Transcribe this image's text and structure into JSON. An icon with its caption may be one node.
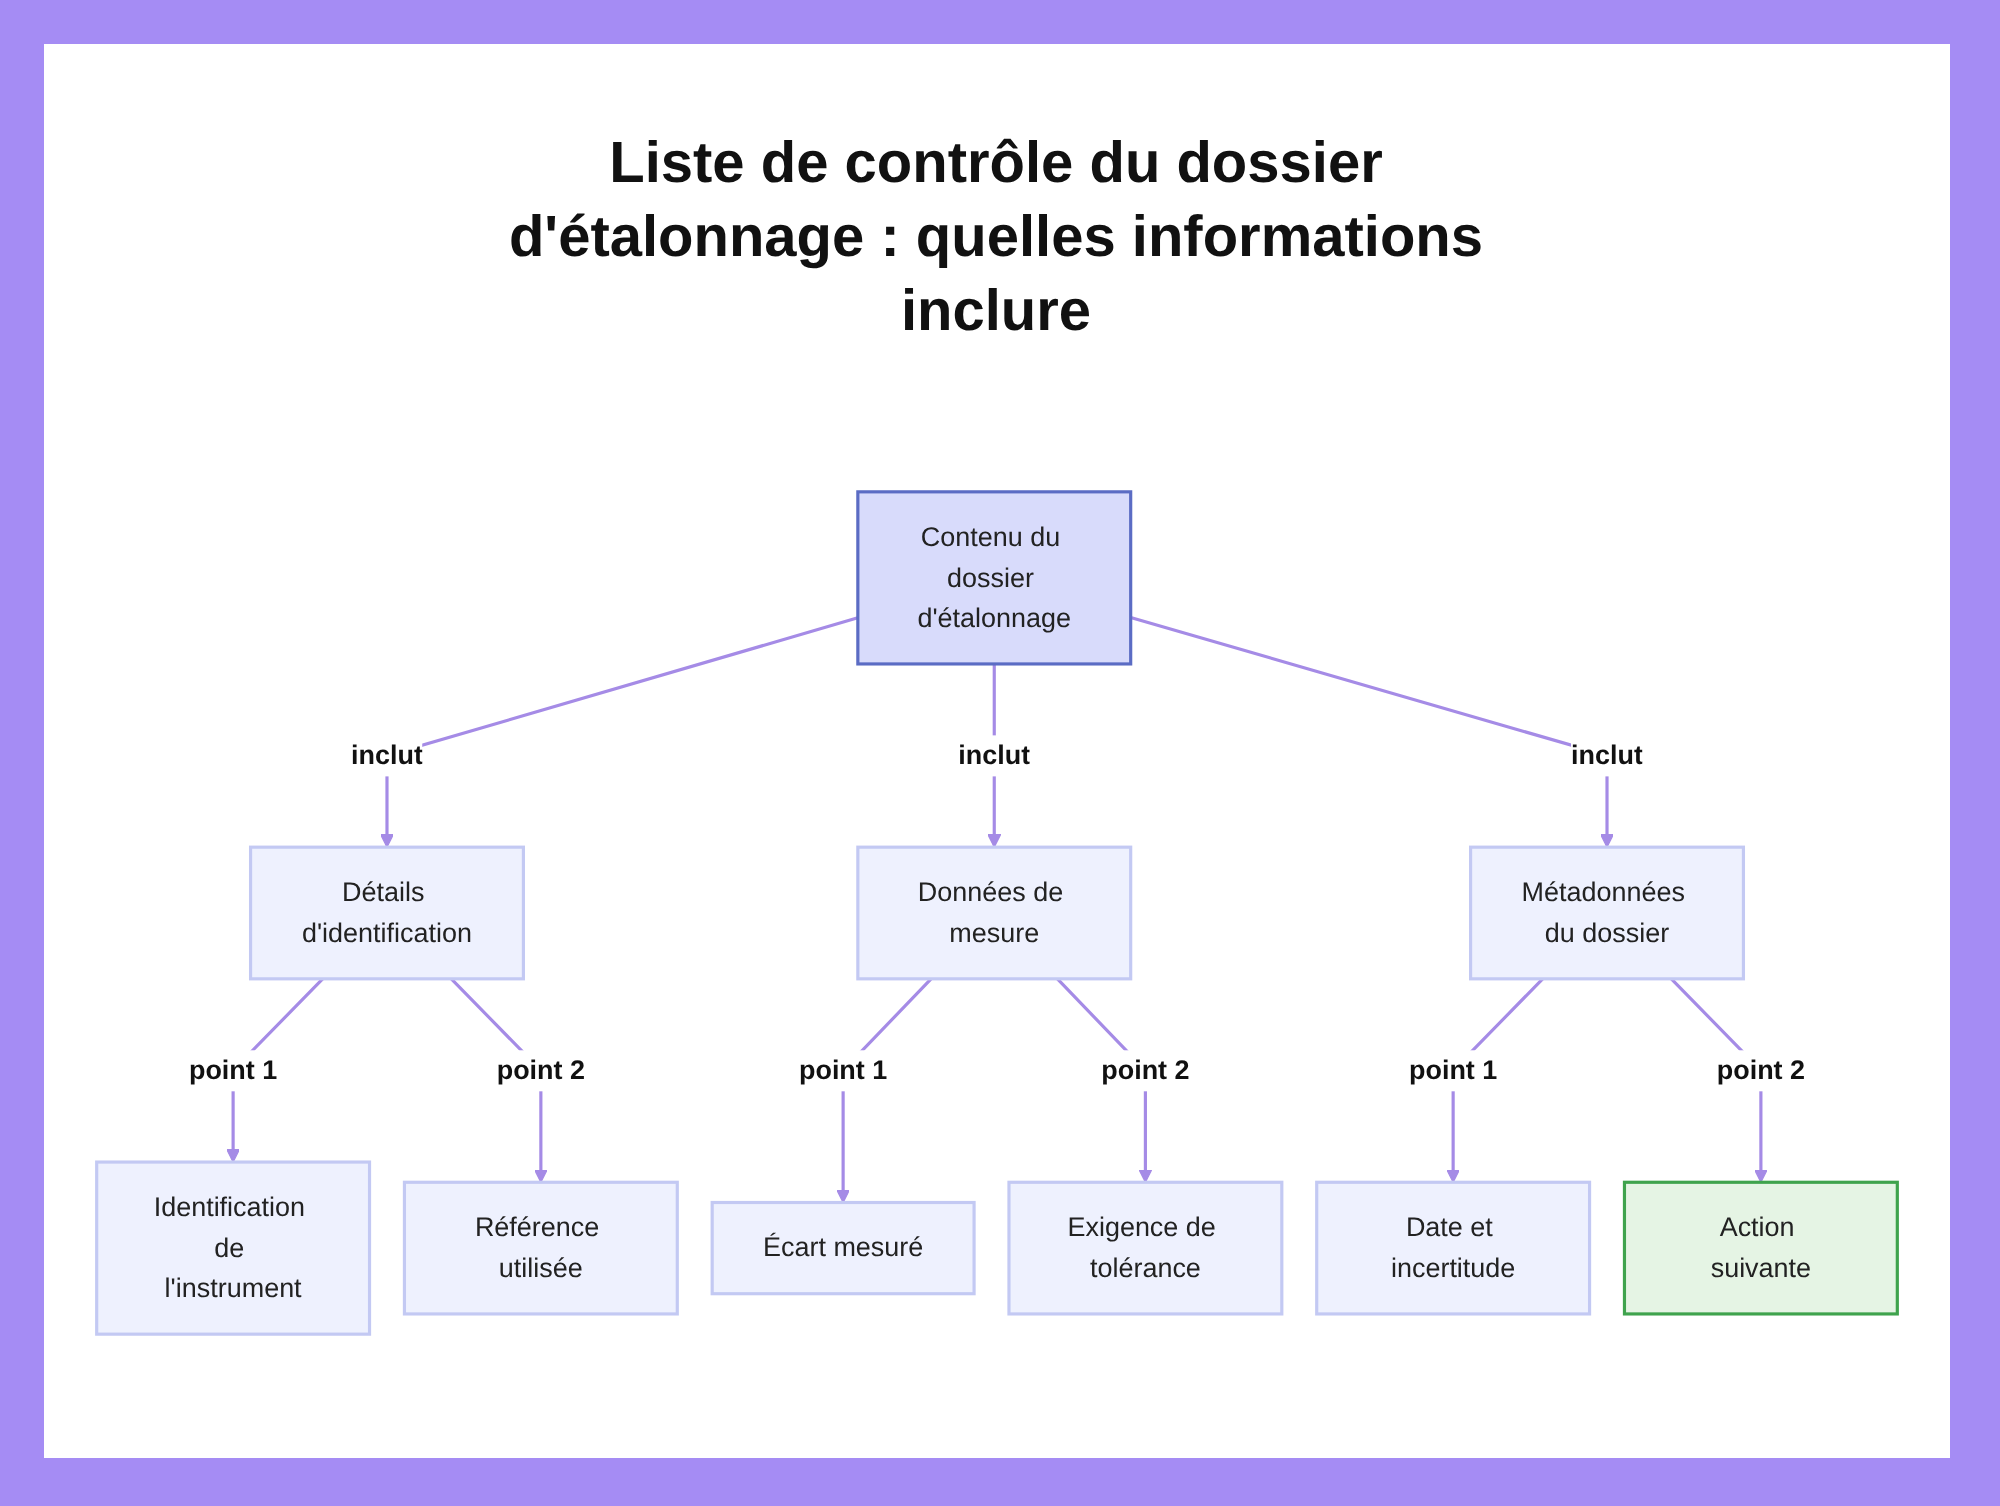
{
  "diagram": {
    "title": "Liste de contrôle du dossier d'étalonnage : quelles informations inclure",
    "nodes": [
      {
        "text": [
          "Contenu du dossier d'étalonnage"
        ]
      },
      {
        "text": [
          "Détails d'identification"
        ]
      },
      {
        "text": [
          "Données de mesure"
        ]
      },
      {
        "text": [
          "Métadonnées du dossier"
        ]
      },
      {
        "text": [
          "Identification de l'instrument"
        ]
      },
      {
        "text": [
          "Référence utilisée"
        ]
      },
      {
        "text": [
          "Écart mesuré"
        ]
      },
      {
        "text": [
          "Exigence de tolérance"
        ]
      },
      {
        "text": [
          "Date et incertitude"
        ]
      },
      {
        "text": [
          "Action suivante"
        ]
      }
    ],
    "edges": [
      {
        "from": 0,
        "to": 1,
        "arrow": "to",
        "label": "inclut"
      },
      {
        "from": 0,
        "to": 2,
        "arrow": "to",
        "label": "inclut"
      },
      {
        "from": 0,
        "to": 3,
        "arrow": "to",
        "label": "inclut"
      },
      {
        "from": 1,
        "to": 4,
        "arrow": "to",
        "label": "point 1"
      },
      {
        "from": 1,
        "to": 5,
        "arrow": "to",
        "label": "point 2"
      },
      {
        "from": 2,
        "to": 6,
        "arrow": "to",
        "label": "point 1"
      },
      {
        "from": 2,
        "to": 7,
        "arrow": "to",
        "label": "point 2"
      },
      {
        "from": 3,
        "to": 8,
        "arrow": "to",
        "label": "point 1"
      },
      {
        "from": 3,
        "to": 9,
        "arrow": "to",
        "label": "point 2"
      }
    ]
  }
}
